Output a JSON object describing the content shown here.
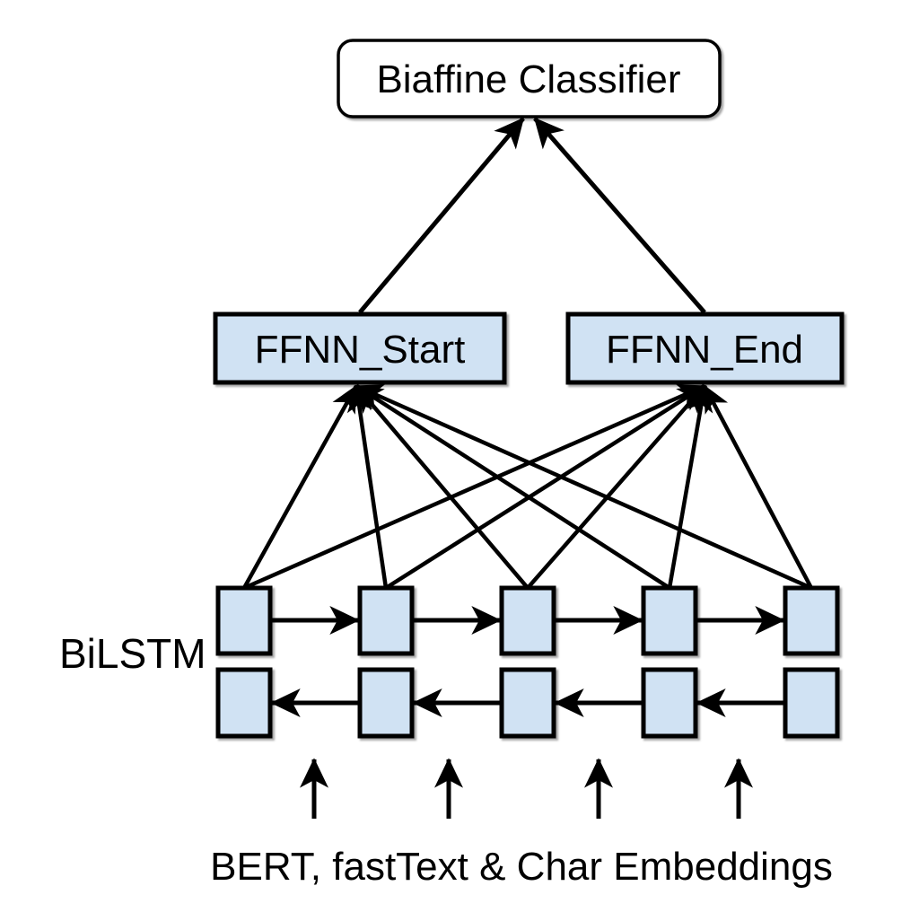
{
  "diagram": {
    "classifier": {
      "label": "Biaffine Classifier"
    },
    "ffnn_start": {
      "label": "FFNN_Start"
    },
    "ffnn_end": {
      "label": "FFNN_End"
    },
    "bilstm": {
      "label": "BiLSTM",
      "rows": 2,
      "cells_per_row": 5,
      "top_row_direction": "forward",
      "bottom_row_direction": "backward"
    },
    "input": {
      "label": "BERT, fastText & Char Embeddings",
      "arrow_count": 4
    }
  },
  "colors": {
    "background": "#ffffff",
    "node_fill": "#d0e2f3",
    "line": "#000000",
    "text": "#000000"
  }
}
